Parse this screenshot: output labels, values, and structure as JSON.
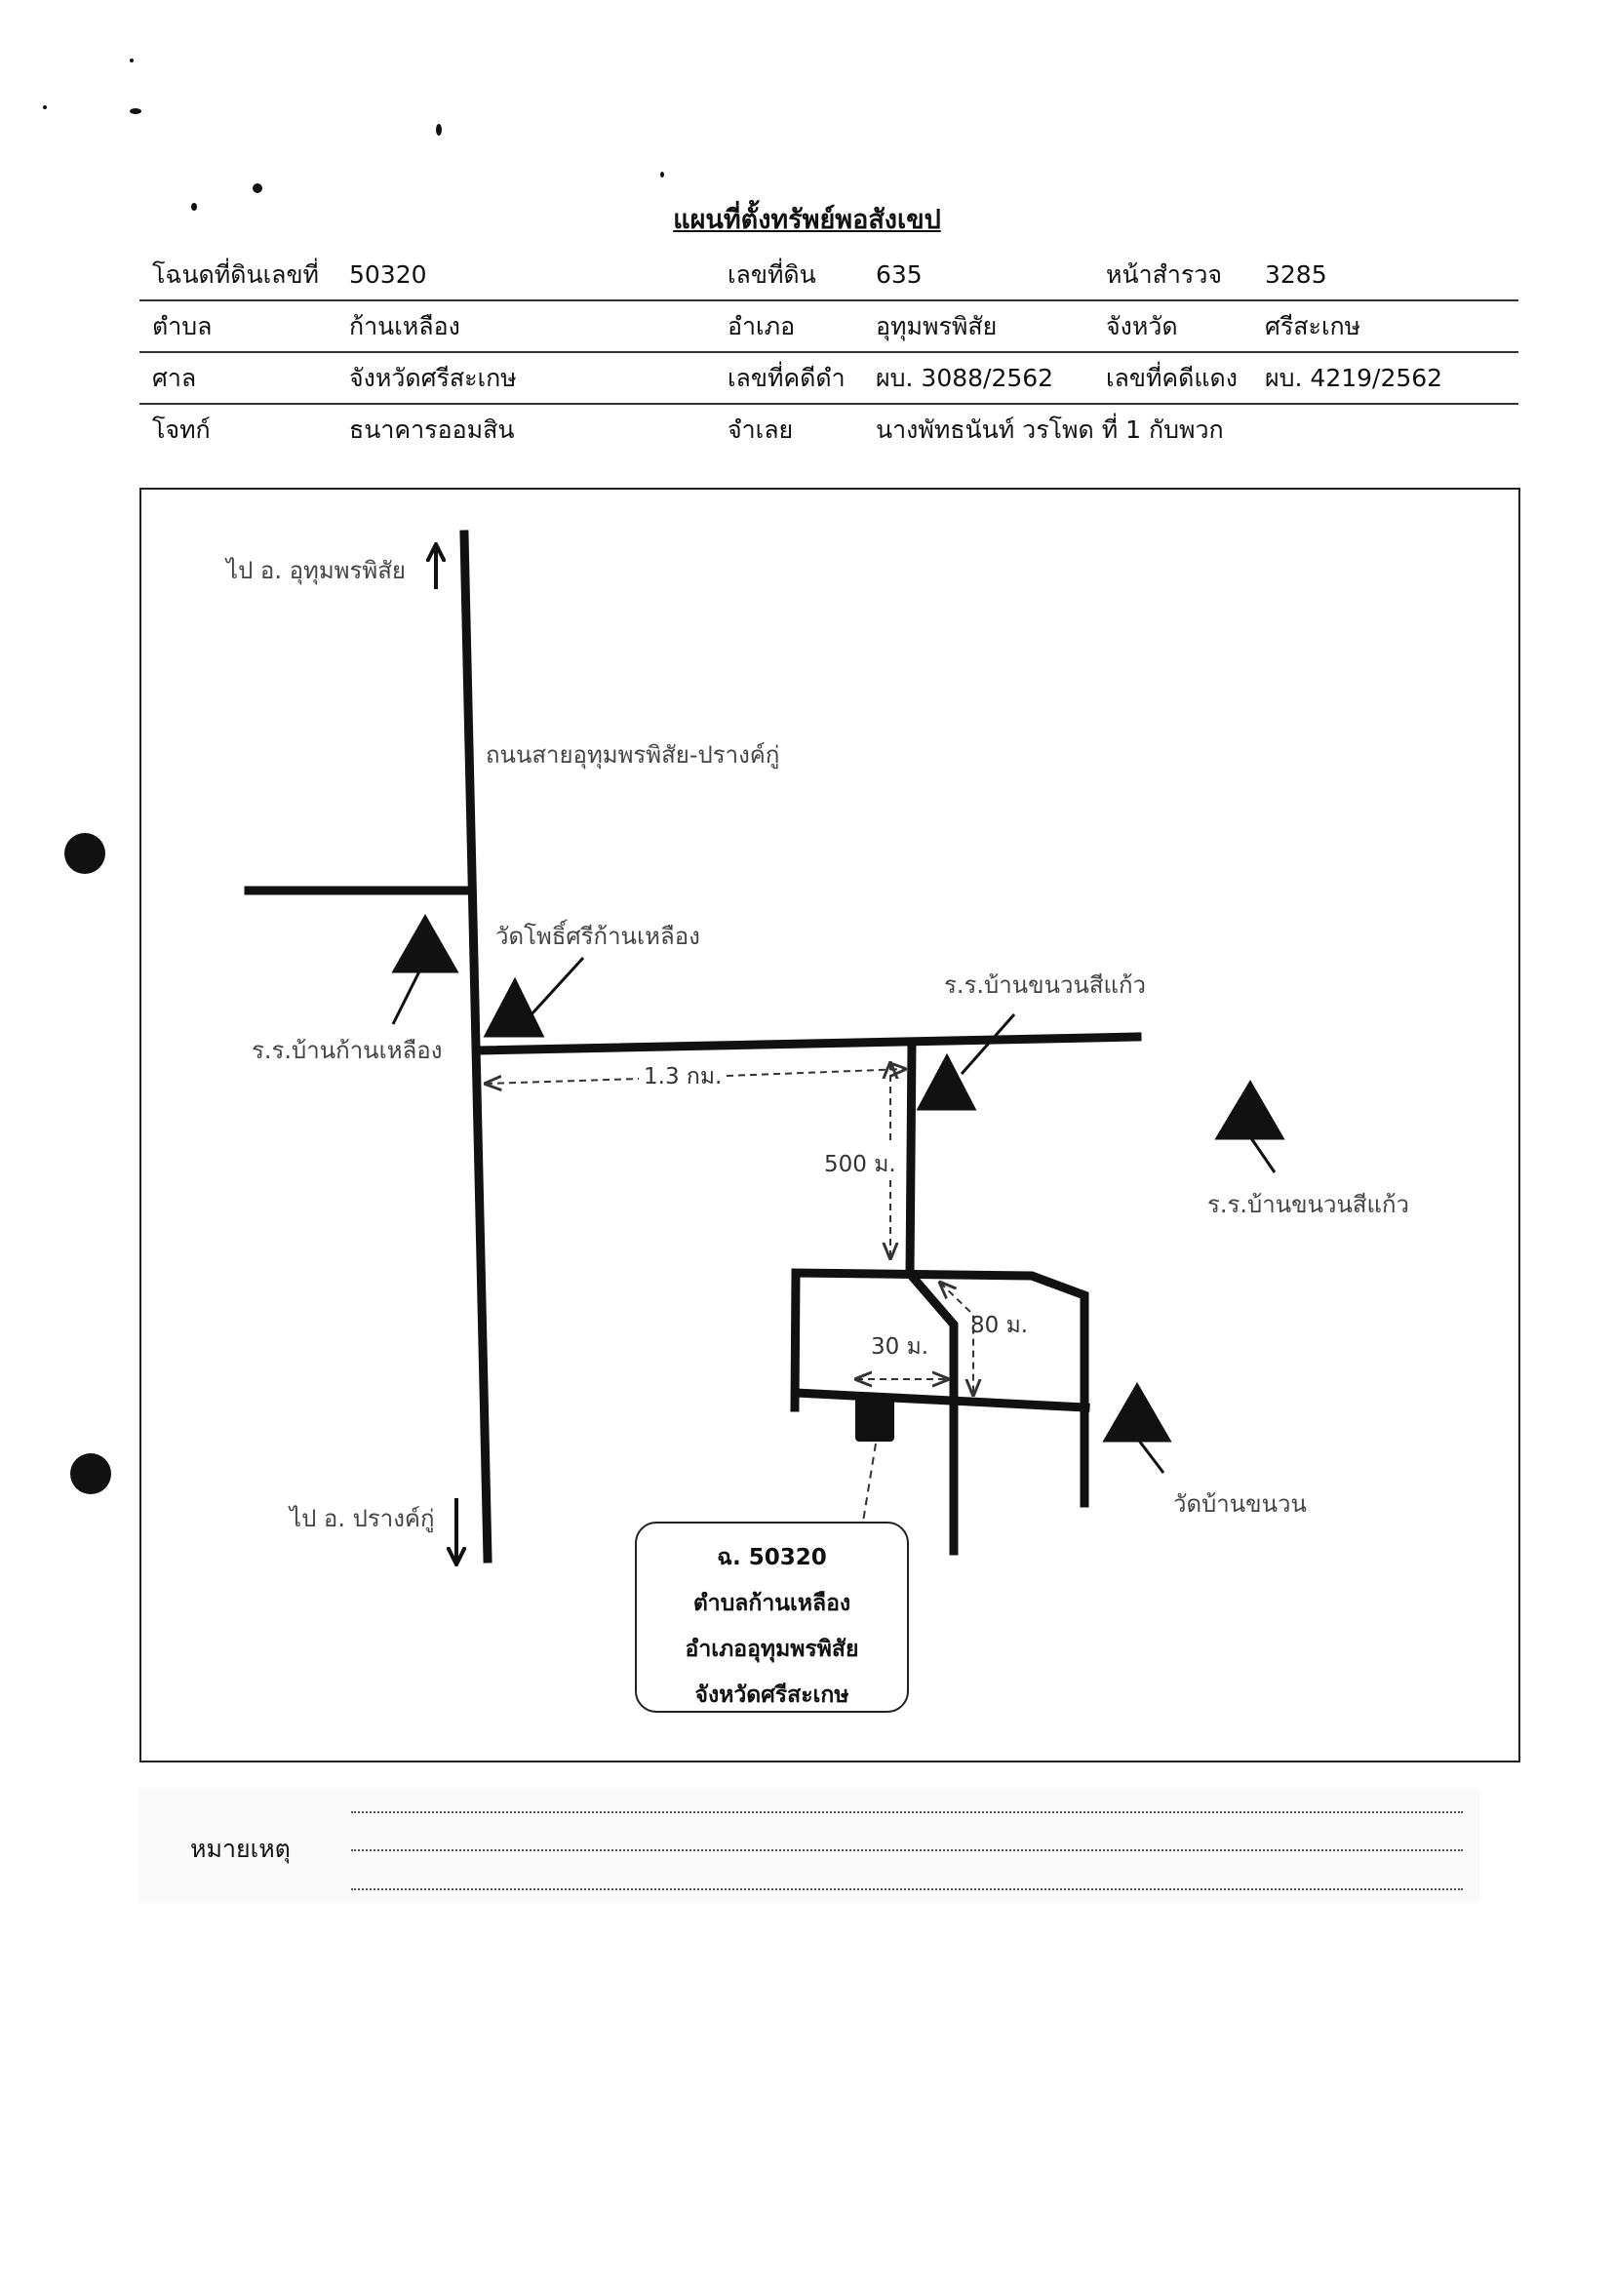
{
  "document": {
    "title": "แผนที่ตั้งทรัพย์พอสังเขป"
  },
  "info": {
    "rows": [
      [
        {
          "label": "โฉนดที่ดินเลขที่",
          "value": "50320"
        },
        {
          "label": "เลขที่ดิน",
          "value": "635"
        },
        {
          "label": "หน้าสำรวจ",
          "value": "3285"
        }
      ],
      [
        {
          "label": "ตำบล",
          "value": "ก้านเหลือง"
        },
        {
          "label": "อำเภอ",
          "value": "อุทุมพรพิสัย"
        },
        {
          "label": "จังหวัด",
          "value": "ศรีสะเกษ"
        }
      ],
      [
        {
          "label": "ศาล",
          "value": "จังหวัดศรีสะเกษ"
        },
        {
          "label": "เลขที่คดีดำ",
          "value": "ผบ. 3088/2562"
        },
        {
          "label": "เลขที่คดีแดง",
          "value": "ผบ. 4219/2562"
        }
      ],
      [
        {
          "label": "โจทก์",
          "value": "ธนาคารออมสิน"
        },
        {
          "label": "จำเลย",
          "value": "นางพัทธนันท์ วรโพด ที่ 1 กับพวก"
        },
        {
          "label": "",
          "value": ""
        }
      ]
    ]
  },
  "map": {
    "labels": {
      "to_north": "ไป อ. อุทุมพรพิสัย",
      "to_south": "ไป อ. ปรางค์กู่",
      "main_road": "ถนนสายอุทุมพรพิสัย-ปรางค์กู่",
      "temple_north": "วัดโพธิ์ศรีก้านเหลือง",
      "school_west": "ร.ร.บ้านก้านเหลือง",
      "school_junction": "ร.ร.บ้านขนวนสีแก้ว",
      "school_east": "ร.ร.บ้านขนวนสีแก้ว",
      "temple_south": "วัดบ้านขนวน"
    },
    "distances": {
      "east_road": "1.3 กม.",
      "south_road": "500 ม.",
      "lot_depth": "80 ม.",
      "lot_offset": "30 ม."
    },
    "landmark_icon": "triangle-landmark-icon",
    "parcel_icon": "parcel-marker-icon",
    "parcel": {
      "line1": "ฉ. 50320",
      "line2": "ตำบลก้านเหลือง",
      "line3": "อำเภออุทุมพรพิสัย",
      "line4": "จังหวัดศรีสะเกษ"
    }
  },
  "remarks": {
    "label": "หมายเหตุ"
  }
}
